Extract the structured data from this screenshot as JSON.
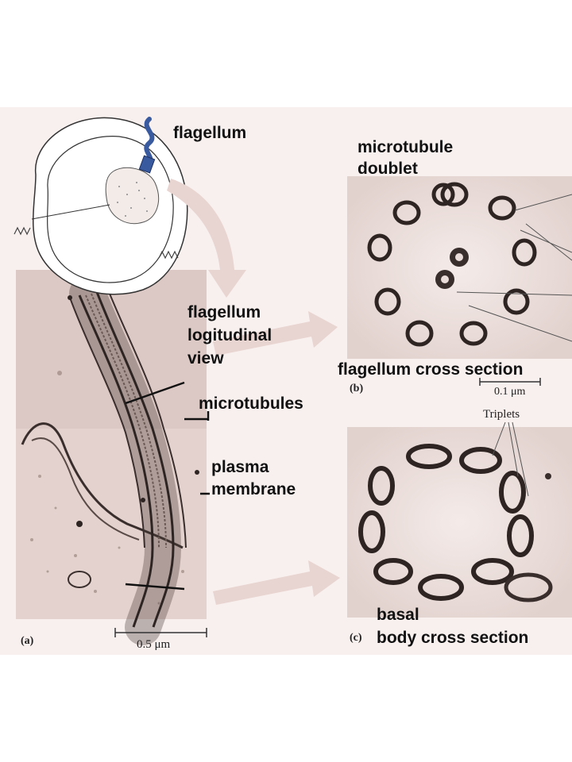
{
  "figure": {
    "labels": {
      "flagellum": "flagellum",
      "microtubule_doublet_line1": "microtubule",
      "microtubule_doublet_line2": "doublet",
      "longitudinal_line1": "flagellum",
      "longitudinal_line2": "logitudinal",
      "longitudinal_line3": "view",
      "microtubules": "microtubules",
      "plasma_line1": "plasma",
      "plasma_line2": "membrane",
      "flagellum_cross_section": "flagellum cross section",
      "basal_line1": "basal",
      "basal_line2": "body cross section",
      "triplets": "Triplets"
    },
    "panel_labels": {
      "a": "(a)",
      "b": "(b)",
      "c": "(c)"
    },
    "scale_bars": {
      "longitudinal": "0.5 μm",
      "cross_section": "0.1 μm"
    }
  },
  "colors": {
    "background": "#ffffff",
    "panel_background": "#f8f0ee",
    "micrograph_tint": "#dcc8c4",
    "arrow": "#e8d4d0",
    "stain": "#2e2422"
  }
}
